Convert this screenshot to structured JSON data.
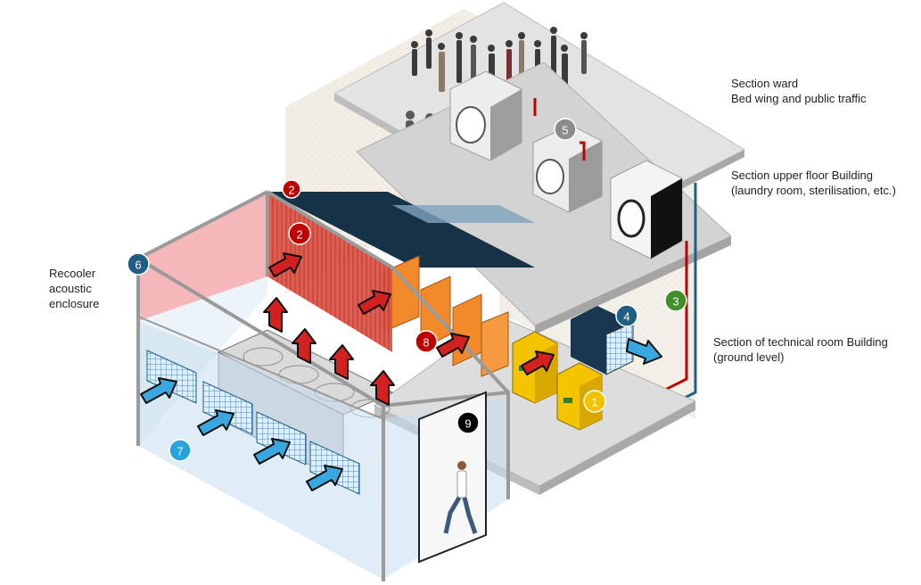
{
  "labels": {
    "ward": [
      "Section ward",
      "Bed wing and public traffic"
    ],
    "upper_floor": [
      "Section upper floor Building",
      "(laundry room, sterilisation, etc.)"
    ],
    "technical_room": [
      "Section of technical room Building",
      "(ground level)"
    ],
    "recooler": [
      "Recooler",
      "acoustic",
      "enclosure"
    ]
  },
  "badges": [
    {
      "number": "1",
      "color": "#f2c200",
      "text_color": "#1f1f1f"
    },
    {
      "number": "2",
      "color": "#c00000",
      "text_color": "#ffffff"
    },
    {
      "number": "2",
      "color": "#c00000",
      "text_color": "#ffffff"
    },
    {
      "number": "3",
      "color": "#3f8f2a",
      "text_color": "#ffffff"
    },
    {
      "number": "4",
      "color": "#1f5f86",
      "text_color": "#ffffff"
    },
    {
      "number": "5",
      "color": "#8c8c8c",
      "text_color": "#ffffff"
    },
    {
      "number": "6",
      "color": "#1f5f86",
      "text_color": "#ffffff"
    },
    {
      "number": "7",
      "color": "#29a3dd",
      "text_color": "#ffffff"
    },
    {
      "number": "8",
      "color": "#c00000",
      "text_color": "#ffffff"
    },
    {
      "number": "9",
      "color": "#000000",
      "text_color": "#ffffff"
    }
  ],
  "colors": {
    "warm_air": "#d32020",
    "cool_air": "#3aa8e0",
    "enclosure_glass": "#c9dfee",
    "enclosure_hot": "#f3a3a6",
    "floor_slab": "#d9d9d9",
    "pipe_red": "#c00000",
    "pipe_blue": "#1f5f86",
    "heat_pump": "#f5c400",
    "dryer_orange": "#f28a2b"
  }
}
